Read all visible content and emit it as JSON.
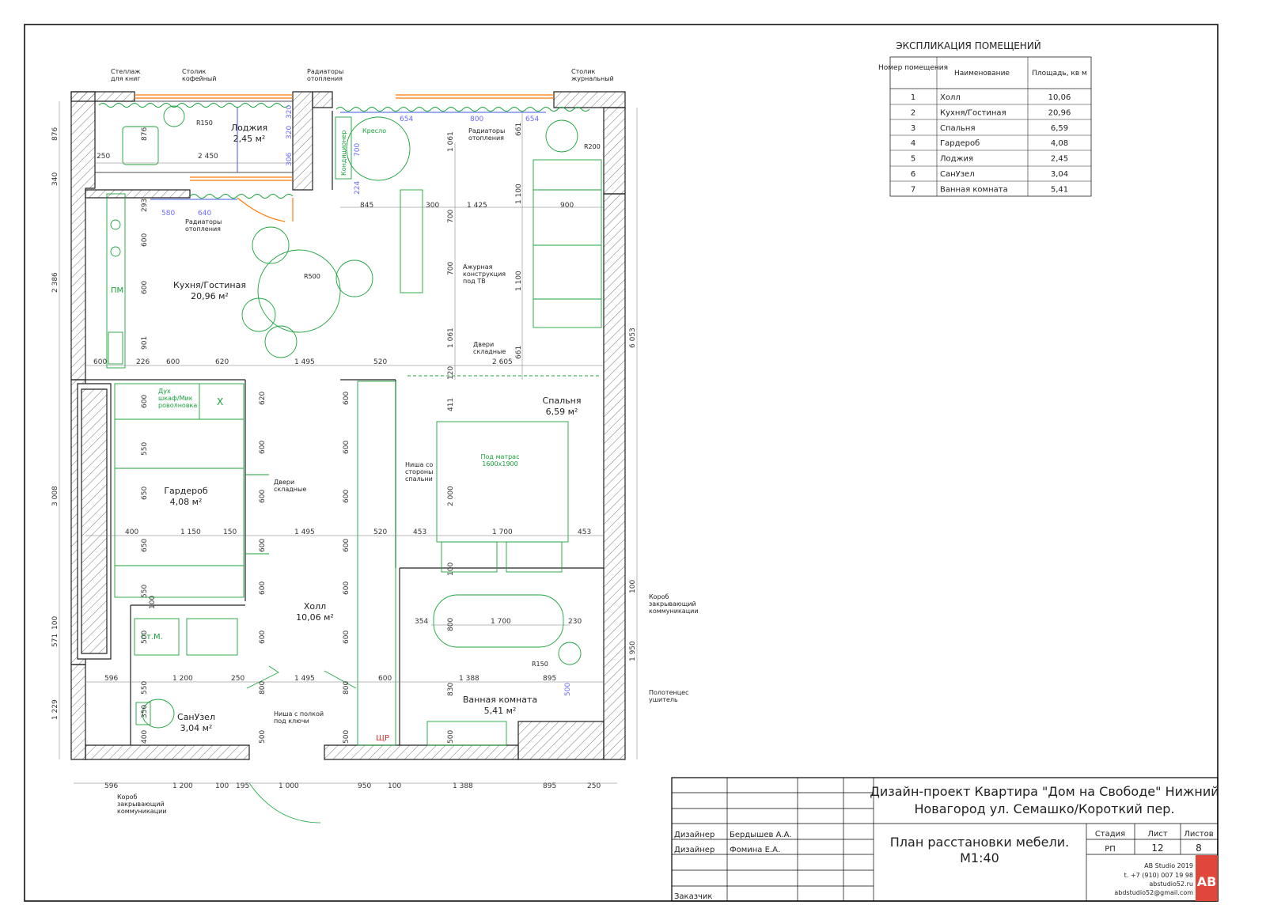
{
  "explication": {
    "title": "ЭКСПЛИКАЦИЯ ПОМЕЩЕНИЙ",
    "headers": [
      "Номер помещения",
      "Наименование",
      "Площадь, кв м"
    ],
    "rows": [
      {
        "num": "1",
        "name": "Холл",
        "area": "10,06"
      },
      {
        "num": "2",
        "name": "Кухня/Гостиная",
        "area": "20,96"
      },
      {
        "num": "3",
        "name": "Спальня",
        "area": "6,59"
      },
      {
        "num": "4",
        "name": "Гардероб",
        "area": "4,08"
      },
      {
        "num": "5",
        "name": "Лоджия",
        "area": "2,45"
      },
      {
        "num": "6",
        "name": "СанУзел",
        "area": "3,04"
      },
      {
        "num": "7",
        "name": "Ванная комната",
        "area": "5,41"
      }
    ]
  },
  "rooms": {
    "loggia": {
      "name": "Лоджия",
      "area": "2,45 м²"
    },
    "kitchen": {
      "name": "Кухня/Гостиная",
      "area": "20,96 м²"
    },
    "bedroom": {
      "name": "Спальня",
      "area": "6,59 м²"
    },
    "wardrobe": {
      "name": "Гардероб",
      "area": "4,08 м²"
    },
    "hall": {
      "name": "Холл",
      "area": "10,06 м²"
    },
    "wc": {
      "name": "СанУзел",
      "area": "3,04 м²"
    },
    "bath": {
      "name": "Ванная комната",
      "area": "5,41 м²"
    }
  },
  "notes": {
    "bookshelf": [
      "Стеллаж",
      "для книг"
    ],
    "coffee_table": [
      "Столик",
      "кофейный"
    ],
    "radiators_top": [
      "Радиаторы",
      "отопления"
    ],
    "magazine_table": [
      "Столик",
      "журнальный"
    ],
    "radiators_mid": [
      "Радиаторы",
      "отопления"
    ],
    "radiators_kitchen": [
      "Радиаторы",
      "отопления"
    ],
    "tv_frame": [
      "Ажурная",
      "конструкция",
      "под ТВ"
    ],
    "folding_doors_1": [
      "Двери",
      "складные"
    ],
    "folding_doors_2": [
      "Двери",
      "складные"
    ],
    "niche_bedroom": [
      "Ниша со",
      "стороны",
      "спальни"
    ],
    "key_niche": [
      "Ниша с полкой",
      "под ключи"
    ],
    "box_right": [
      "Короб",
      "закрывающий",
      "коммуникации"
    ],
    "towel": [
      "Полотенцес",
      "ушитель"
    ],
    "box_bottom": [
      "Короб",
      "закрывающий",
      "коммуникации"
    ],
    "oven": [
      "Дух",
      "шкаф/Мик",
      "роволновка"
    ],
    "armchair": "Кресло",
    "conditioner": "Кондиционер",
    "mattress": [
      "Под матрас",
      "1600х1900"
    ],
    "pm": "ПМ",
    "wm": "Ст.М.",
    "shr": "ЩР",
    "x_mark": "X",
    "r150_a": "R150",
    "r200": "R200",
    "r500": "R500",
    "r150_b": "R150"
  },
  "dims": {
    "d250": "250",
    "d2450": "2 450",
    "d876": "876",
    "d845": "845",
    "d300": "300",
    "d1425": "1 425",
    "d900": "900",
    "d600a": "600",
    "d226": "226",
    "d600b": "600",
    "d620": "620",
    "d1495a": "1 495",
    "d520a": "520",
    "d2605": "2 605",
    "d400": "400",
    "d1150": "1 150",
    "d150": "150",
    "d1495b": "1 495",
    "d520b": "520",
    "d453a": "453",
    "d1700a": "1 700",
    "d453b": "453",
    "d354": "354",
    "d1700b": "1 700",
    "d230": "230",
    "d596a": "596",
    "d1200a": "1 200",
    "d250b": "250",
    "d1495c": "1 495",
    "d600c": "600",
    "d1388a": "1 388",
    "d895a": "895",
    "b596": "596",
    "b1200": "1 200",
    "b100a": "100",
    "b195": "195",
    "b1000": "1 000",
    "b950": "950",
    "b100b": "100",
    "b1388": "1 388",
    "b895": "895",
    "b250": "250",
    "l876": "876",
    "l340": "340",
    "l2386": "2 386",
    "l3008": "3 008",
    "l571": "571",
    "l100": "100",
    "l1229": "1 229",
    "r6053": "6 053",
    "r100": "100",
    "r1950": "1 950",
    "v1061a": "1 061",
    "v700a": "700",
    "v700b": "700",
    "v1061b": "1 061",
    "v120": "120",
    "v411": "411",
    "v2000": "2 000",
    "v661a": "661",
    "v1100a": "1 100",
    "v1100b": "1 100",
    "v661b": "661",
    "v293": "293",
    "v600k": "600",
    "v600k2": "600",
    "v901": "901",
    "v600w": "600",
    "v550a": "550",
    "v650a": "650",
    "v650b": "650",
    "v550b": "550",
    "v100w": "100",
    "v500w": "500",
    "v550c": "550",
    "v350": "350",
    "v400c": "400",
    "v620h": "620",
    "v600h1": "600",
    "v600h2": "600",
    "v600h3": "600",
    "v600h4": "600",
    "v600h5": "600",
    "v800h": "800",
    "v500h": "500",
    "v800b": "800",
    "v830": "830",
    "v500b": "500",
    "v600r1": "600",
    "v600r2": "600",
    "v600r3": "600",
    "v600r4": "600",
    "v600r5": "600",
    "v600r6": "600",
    "v800r": "800",
    "v500r": "500",
    "v100b": "100",
    "v500t": "500",
    "p654a": "654",
    "p800": "800",
    "p654b": "654",
    "p580": "580",
    "p640": "640",
    "p700": "700",
    "p224": "224",
    "p320": "320",
    "p306": "306",
    "p320b": "320"
  },
  "titleblock": {
    "project": [
      "Дизайн-проект Квартира \"Дом на Свободе\" Нижний",
      "Новагород ул. Семашко/Короткий пер."
    ],
    "sheet_title": [
      "План расстановки мебели.",
      "М1:40"
    ],
    "roles": [
      {
        "role": "Дизайнер",
        "name": "Бердышев А.А."
      },
      {
        "role": "Дизайнер",
        "name": "Фомина Е.А."
      }
    ],
    "customer": "Заказчик",
    "stage_label": "Стадия",
    "sheet_label": "Лист",
    "sheets_label": "Листов",
    "stage": "РП",
    "sheet": "12",
    "sheets": "8",
    "studio": [
      "AB Studio 2019",
      "t. +7 (910) 007 19 98",
      "abstudio52.ru",
      "abdstudio52@gmail.com"
    ],
    "logo": "AB"
  },
  "colors": {
    "wall": "#222222",
    "furniture": "#1aa33a",
    "window": "#ff7a00",
    "radiator": "#3b5bdb"
  }
}
